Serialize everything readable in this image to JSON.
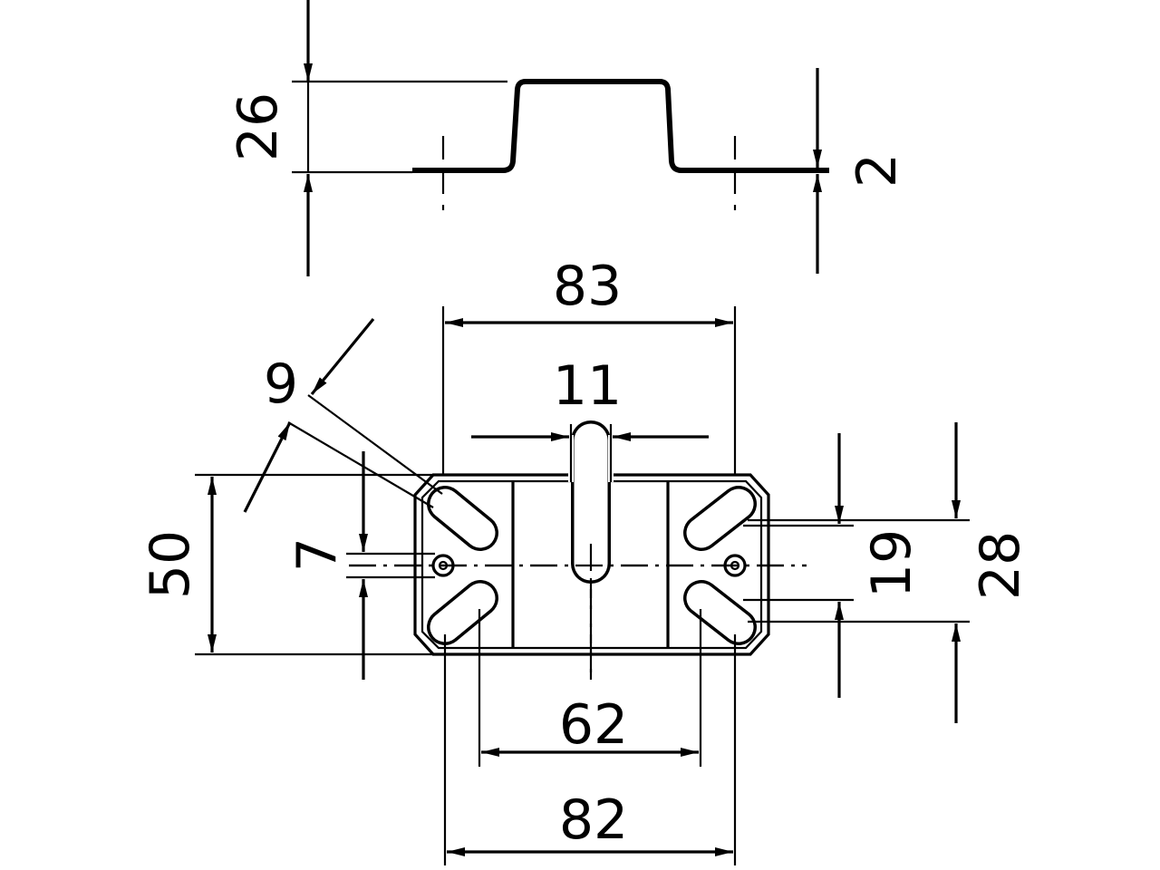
{
  "drawing": {
    "dimensions": {
      "side_height": "26",
      "thickness": "2",
      "overall_width_top": "83",
      "slot_width": "9",
      "center_slot_width": "11",
      "plate_height": "50",
      "hole_spacing_small": "7",
      "slot_pitch": "19",
      "slot_span": "28",
      "inner_width": "62",
      "overall_width_bottom": "82"
    },
    "colors": {
      "line": "#000000",
      "background": "#ffffff"
    }
  }
}
